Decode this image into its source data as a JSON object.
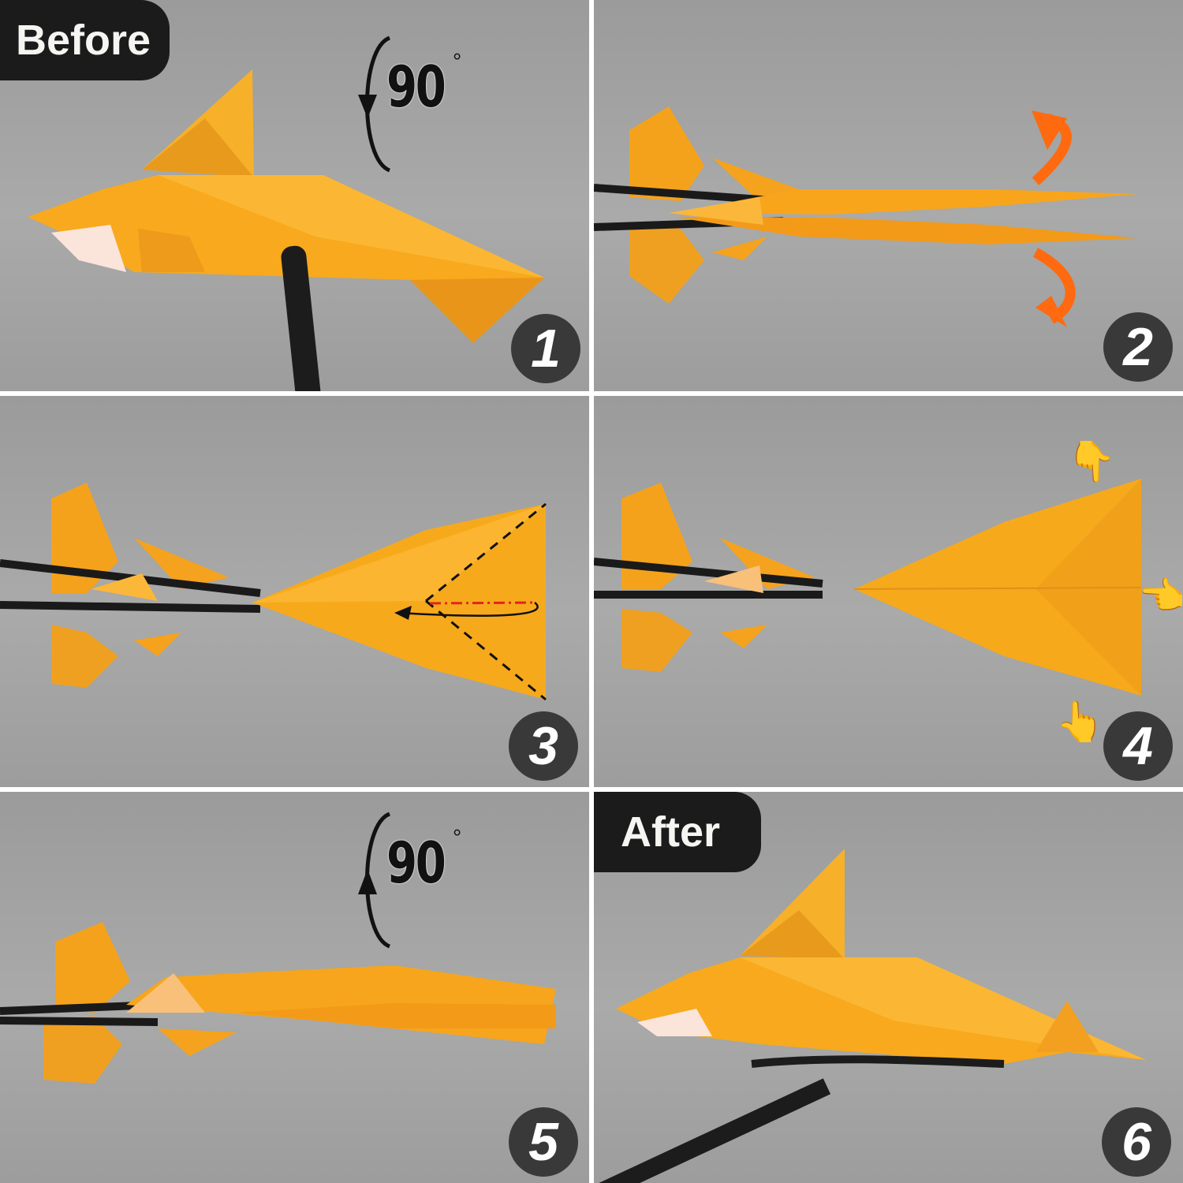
{
  "labels": {
    "before": "Before",
    "after": "After"
  },
  "rotation": {
    "step1": {
      "value": "90",
      "unit": "°",
      "direction": "down"
    },
    "step5": {
      "value": "90",
      "unit": "°",
      "direction": "up"
    }
  },
  "steps": [
    {
      "number": "1",
      "description": "Paper airplane side view held by black stand"
    },
    {
      "number": "2",
      "description": "Top view; open wings apart (orange curved arrows)"
    },
    {
      "number": "3",
      "description": "Fold along dashed lines; red center line fold back"
    },
    {
      "number": "4",
      "description": "Press wing tips with fingers (hand icons)"
    },
    {
      "number": "5",
      "description": "Rotate back 90 degrees"
    },
    {
      "number": "6",
      "description": "Finished airplane side view"
    }
  ],
  "colors": {
    "background": "#a3a4a3",
    "paper": "#f7a81c",
    "paper_dark": "#e8921a",
    "arrow_orange": "#ff6a10",
    "badge": "#393939",
    "tag": "#1b1b1b",
    "fold_red": "#e52222"
  },
  "icons": [
    "rotate-arrow-icon",
    "curved-arrow-icon",
    "dashed-fold-line",
    "pointing-hand-icon"
  ]
}
